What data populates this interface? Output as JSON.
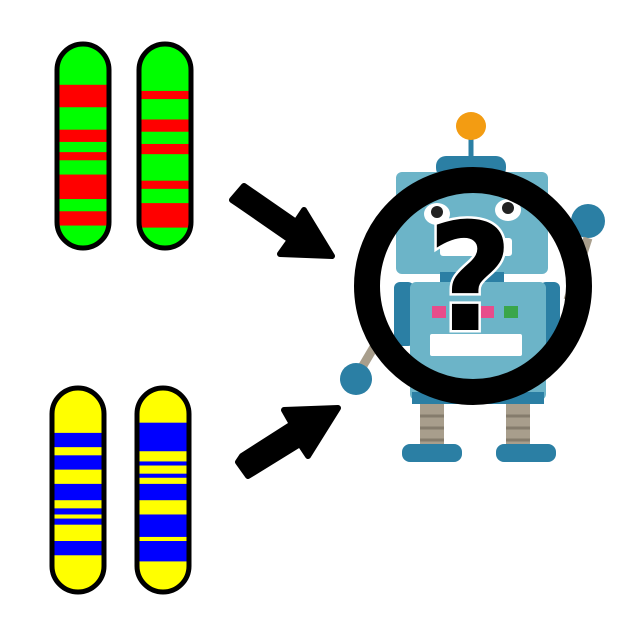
{
  "colors": {
    "green": "#00ff00",
    "red": "#ff0000",
    "yellow": "#ffff00",
    "blue": "#0000ff",
    "outline": "#000000",
    "arrow": "#000000",
    "robot_body": "#6cb4c8",
    "robot_dark": "#2b7fa4",
    "robot_orange": "#f39c12",
    "robot_joint": "#a89e8c"
  },
  "chromosomes": [
    {
      "name": "green-chromosome-left",
      "fill": "green",
      "band": "red",
      "bands": [
        [
          0.2,
          0.31
        ],
        [
          0.42,
          0.48
        ],
        [
          0.53,
          0.57
        ],
        [
          0.64,
          0.76
        ],
        [
          0.82,
          0.89
        ]
      ]
    },
    {
      "name": "green-chromosome-right",
      "fill": "green",
      "band": "red",
      "bands": [
        [
          0.23,
          0.27
        ],
        [
          0.37,
          0.43
        ],
        [
          0.49,
          0.54
        ],
        [
          0.67,
          0.71
        ],
        [
          0.78,
          0.9
        ]
      ]
    },
    {
      "name": "yellow-chromosome-left",
      "fill": "yellow",
      "band": "blue",
      "bands": [
        [
          0.22,
          0.29
        ],
        [
          0.33,
          0.4
        ],
        [
          0.47,
          0.55
        ],
        [
          0.59,
          0.62
        ],
        [
          0.64,
          0.67
        ],
        [
          0.75,
          0.82
        ]
      ]
    },
    {
      "name": "yellow-chromosome-right",
      "fill": "yellow",
      "band": "blue",
      "bands": [
        [
          0.17,
          0.31
        ],
        [
          0.36,
          0.38
        ],
        [
          0.42,
          0.44
        ],
        [
          0.47,
          0.55
        ],
        [
          0.62,
          0.73
        ],
        [
          0.75,
          0.85
        ]
      ]
    }
  ],
  "question_symbol": "?"
}
